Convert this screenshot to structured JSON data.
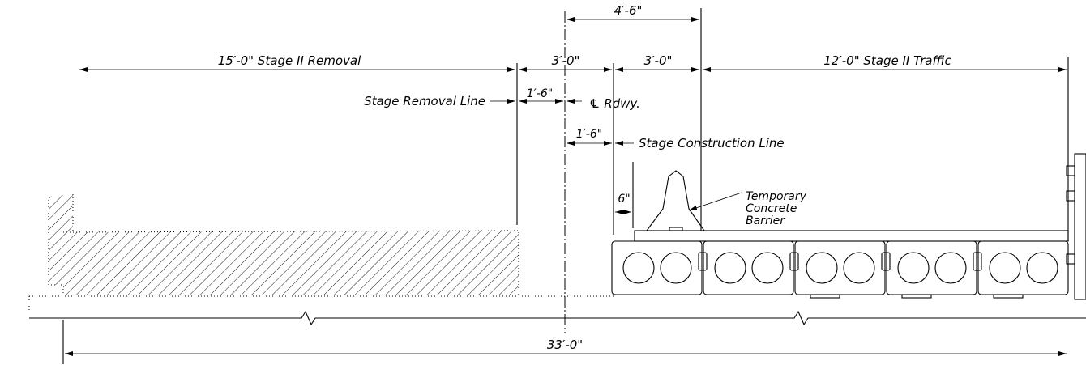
{
  "dimensions": {
    "top": "4′-6\"",
    "removal": "15′-0\" Stage II Removal",
    "left_3ft": "3′-0\"",
    "right_3ft": "3′-0\"",
    "traffic": "12′-0\" Stage II Traffic",
    "removal_offset": "1′-6\"",
    "construction_offset": "1′-6\"",
    "barrier_offset": "6\"",
    "overall": "33′-0\""
  },
  "labels": {
    "stage_removal_line": "Stage Removal Line",
    "centerline_rdwy": "℄ Rdwy.",
    "stage_construction_line": "Stage Construction Line",
    "barrier_line1": "Temporary",
    "barrier_line2": "Concrete",
    "barrier_line3": "Barrier"
  }
}
